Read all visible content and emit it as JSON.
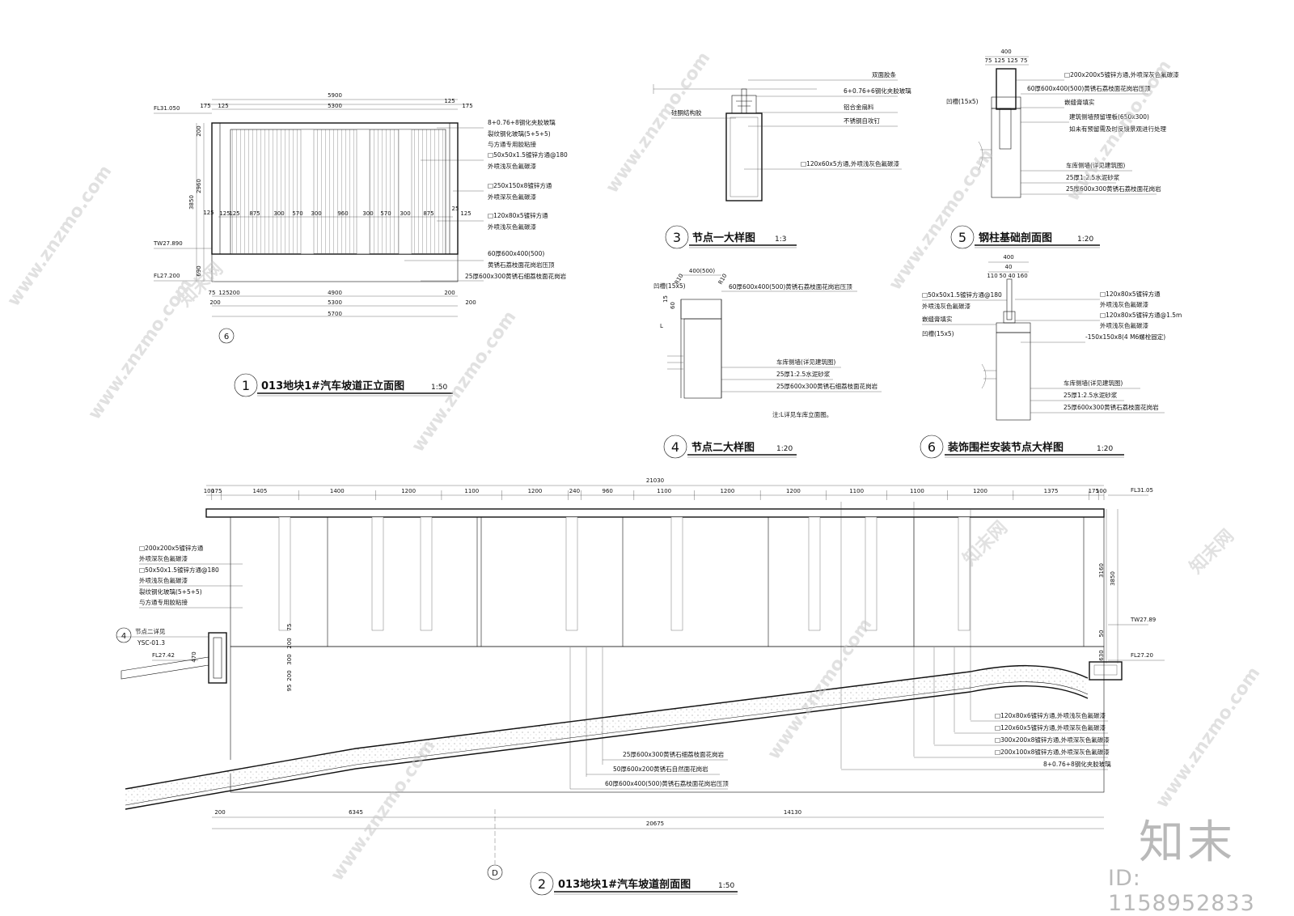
{
  "view1": {
    "number": "1",
    "title": "013地块1#汽车坡道正立面图",
    "scale": "1:50",
    "levels": [
      "FL31.050",
      "TW27.890",
      "FL27.200"
    ],
    "top_dims": [
      "5900",
      "175",
      "125",
      "5300",
      "125",
      "175"
    ],
    "left_dims": [
      "200",
      "2960",
      "3850",
      "125",
      "690"
    ],
    "panel_dims": [
      "125",
      "125",
      "875",
      "300",
      "570",
      "300",
      "960",
      "300",
      "570",
      "300",
      "875",
      "25",
      "125"
    ],
    "bottom_dims": [
      "75",
      "125",
      "200",
      "4900",
      "200",
      "200",
      "200",
      "5300",
      "5700"
    ],
    "grid": "6",
    "notes": [
      "8+0.76+8钢化夹胶玻璃",
      "裂纹钢化玻璃(5+5+5)",
      "与方通专用胶粘接",
      "□50x50x1.5镀锌方通@180",
      "外喷浅灰色氟碳漆",
      "□250x150x8镀锌方通",
      "外喷深灰色氟碳漆",
      "□120x80x5镀锌方通",
      "外喷浅灰色氟碳漆",
      "60厚600x400(500)",
      "黄锈石荔枝面花岗岩压顶",
      "25厚600x300黄锈石细荔枝面花岗岩"
    ]
  },
  "view3": {
    "number": "3",
    "title": "节点一大样图",
    "scale": "1:3",
    "notes": [
      "双面胶条",
      "6+0.76+6钢化夹胶玻璃",
      "铝合金扇料",
      "不锈钢自攻钉",
      "□120x60x5方通,外喷浅灰色氟碳漆"
    ],
    "left_note": "硅酮结构胶"
  },
  "view4": {
    "number": "4",
    "title": "节点二大样图",
    "scale": "1:20",
    "top_dims": [
      "400(500)",
      "R10",
      "R10"
    ],
    "left_labels": [
      "凹槽(15x5)",
      "15",
      "60",
      "L"
    ],
    "notes": [
      "60厚600x400(500)黄锈石荔枝面花岗岩压顶",
      "车库侧墙(详见建筑图)",
      "25厚1:2.5水泥砂浆",
      "25厚600x300黄锈石细荔枝面花岗岩"
    ],
    "footnote": "注:L详见车库立面图。"
  },
  "view5": {
    "number": "5",
    "title": "钢柱基础剖面图",
    "scale": "1:20",
    "top_dims": [
      "400",
      "75",
      "125",
      "125",
      "75"
    ],
    "left_label": "凹槽(15x5)",
    "notes": [
      "□200x200x5镀锌方通,外喷深灰色氟碳漆",
      "60厚600x400(500)黄锈石荔枝面花岗岩压顶",
      "嵌缝膏填实",
      "建筑侧墙预留埋板(650x300)",
      "如未有预留需及时反馈景观进行处理",
      "车库侧墙(详见建筑图)",
      "25厚1:2.5水泥砂浆",
      "25厚600x300黄锈石荔枝面花岗岩"
    ]
  },
  "view6": {
    "number": "6",
    "title": "装饰围栏安装节点大样图",
    "scale": "1:20",
    "top_dims": [
      "400",
      "40",
      "110",
      "50",
      "40",
      "160"
    ],
    "left_notes": [
      "□50x50x1.5镀锌方通@180",
      "外喷浅灰色氟碳漆",
      "嵌缝膏填实",
      "凹槽(15x5)"
    ],
    "notes": [
      "□120x80x5镀锌方通",
      "外喷浅灰色氟碳漆",
      "□120x80x5镀锌方通@1.5m",
      "外喷浅灰色氟碳漆",
      "-150x150x8(4 M6螺栓固定)",
      "车库侧墙(详见建筑图)",
      "25厚1:2.5水泥砂浆",
      "25厚600x300黄锈石荔枝面花岗岩"
    ]
  },
  "view2": {
    "number": "2",
    "title": "013地块1#汽车坡道剖面图",
    "scale": "1:50",
    "total": "21030",
    "top_dims": [
      "100",
      "175",
      "1405",
      "1400",
      "1200",
      "1100",
      "1200",
      "240",
      "960",
      "1100",
      "1200",
      "1200",
      "1100",
      "1100",
      "1200",
      "1375",
      "175",
      "100"
    ],
    "levels": [
      "FL31.05",
      "TW27.89",
      "FL27.20"
    ],
    "right_dims": [
      "3160",
      "3850",
      "50",
      "630"
    ],
    "left_notes": [
      "□200x200x5镀锌方通",
      "外喷深灰色氟碳漆",
      "□50x50x1.5镀锌方通@180",
      "外喷浅灰色氟碳漆",
      "裂纹钢化玻璃(5+5+5)",
      "与方通专用胶粘接"
    ],
    "detail_ref": {
      "num": "4",
      "label": "节点二详见",
      "sheet": "YSC-01.3"
    },
    "left_level": "FL27.42",
    "left_dim": "470",
    "mid_dims": [
      "75",
      "200",
      "300",
      "200",
      "95"
    ],
    "bottom_notes": [
      "25厚600x300黄锈石细荔枝面花岗岩",
      "50厚600x200黄锈石自然面花岗岩",
      "60厚600x400(500)黄锈石荔枝面花岗岩压顶"
    ],
    "right_notes": [
      "□120x80x6镀锌方通,外喷浅灰色氟碳漆",
      "□120x60x5镀锌方通,外喷深灰色氟碳漆",
      "□300x200x8镀锌方通,外喷深灰色氟碳漆",
      "□200x100x8镀锌方通,外喷深灰色氟碳漆",
      "8+0.76+8钢化夹胶玻璃"
    ],
    "bottom_dims": [
      "200",
      "6345",
      "14130",
      "20675"
    ],
    "grid": "D"
  },
  "watermark": {
    "url": "www.znzmo.com",
    "brand": "知末网",
    "logo": "知末",
    "id": "ID: 1158952833"
  }
}
